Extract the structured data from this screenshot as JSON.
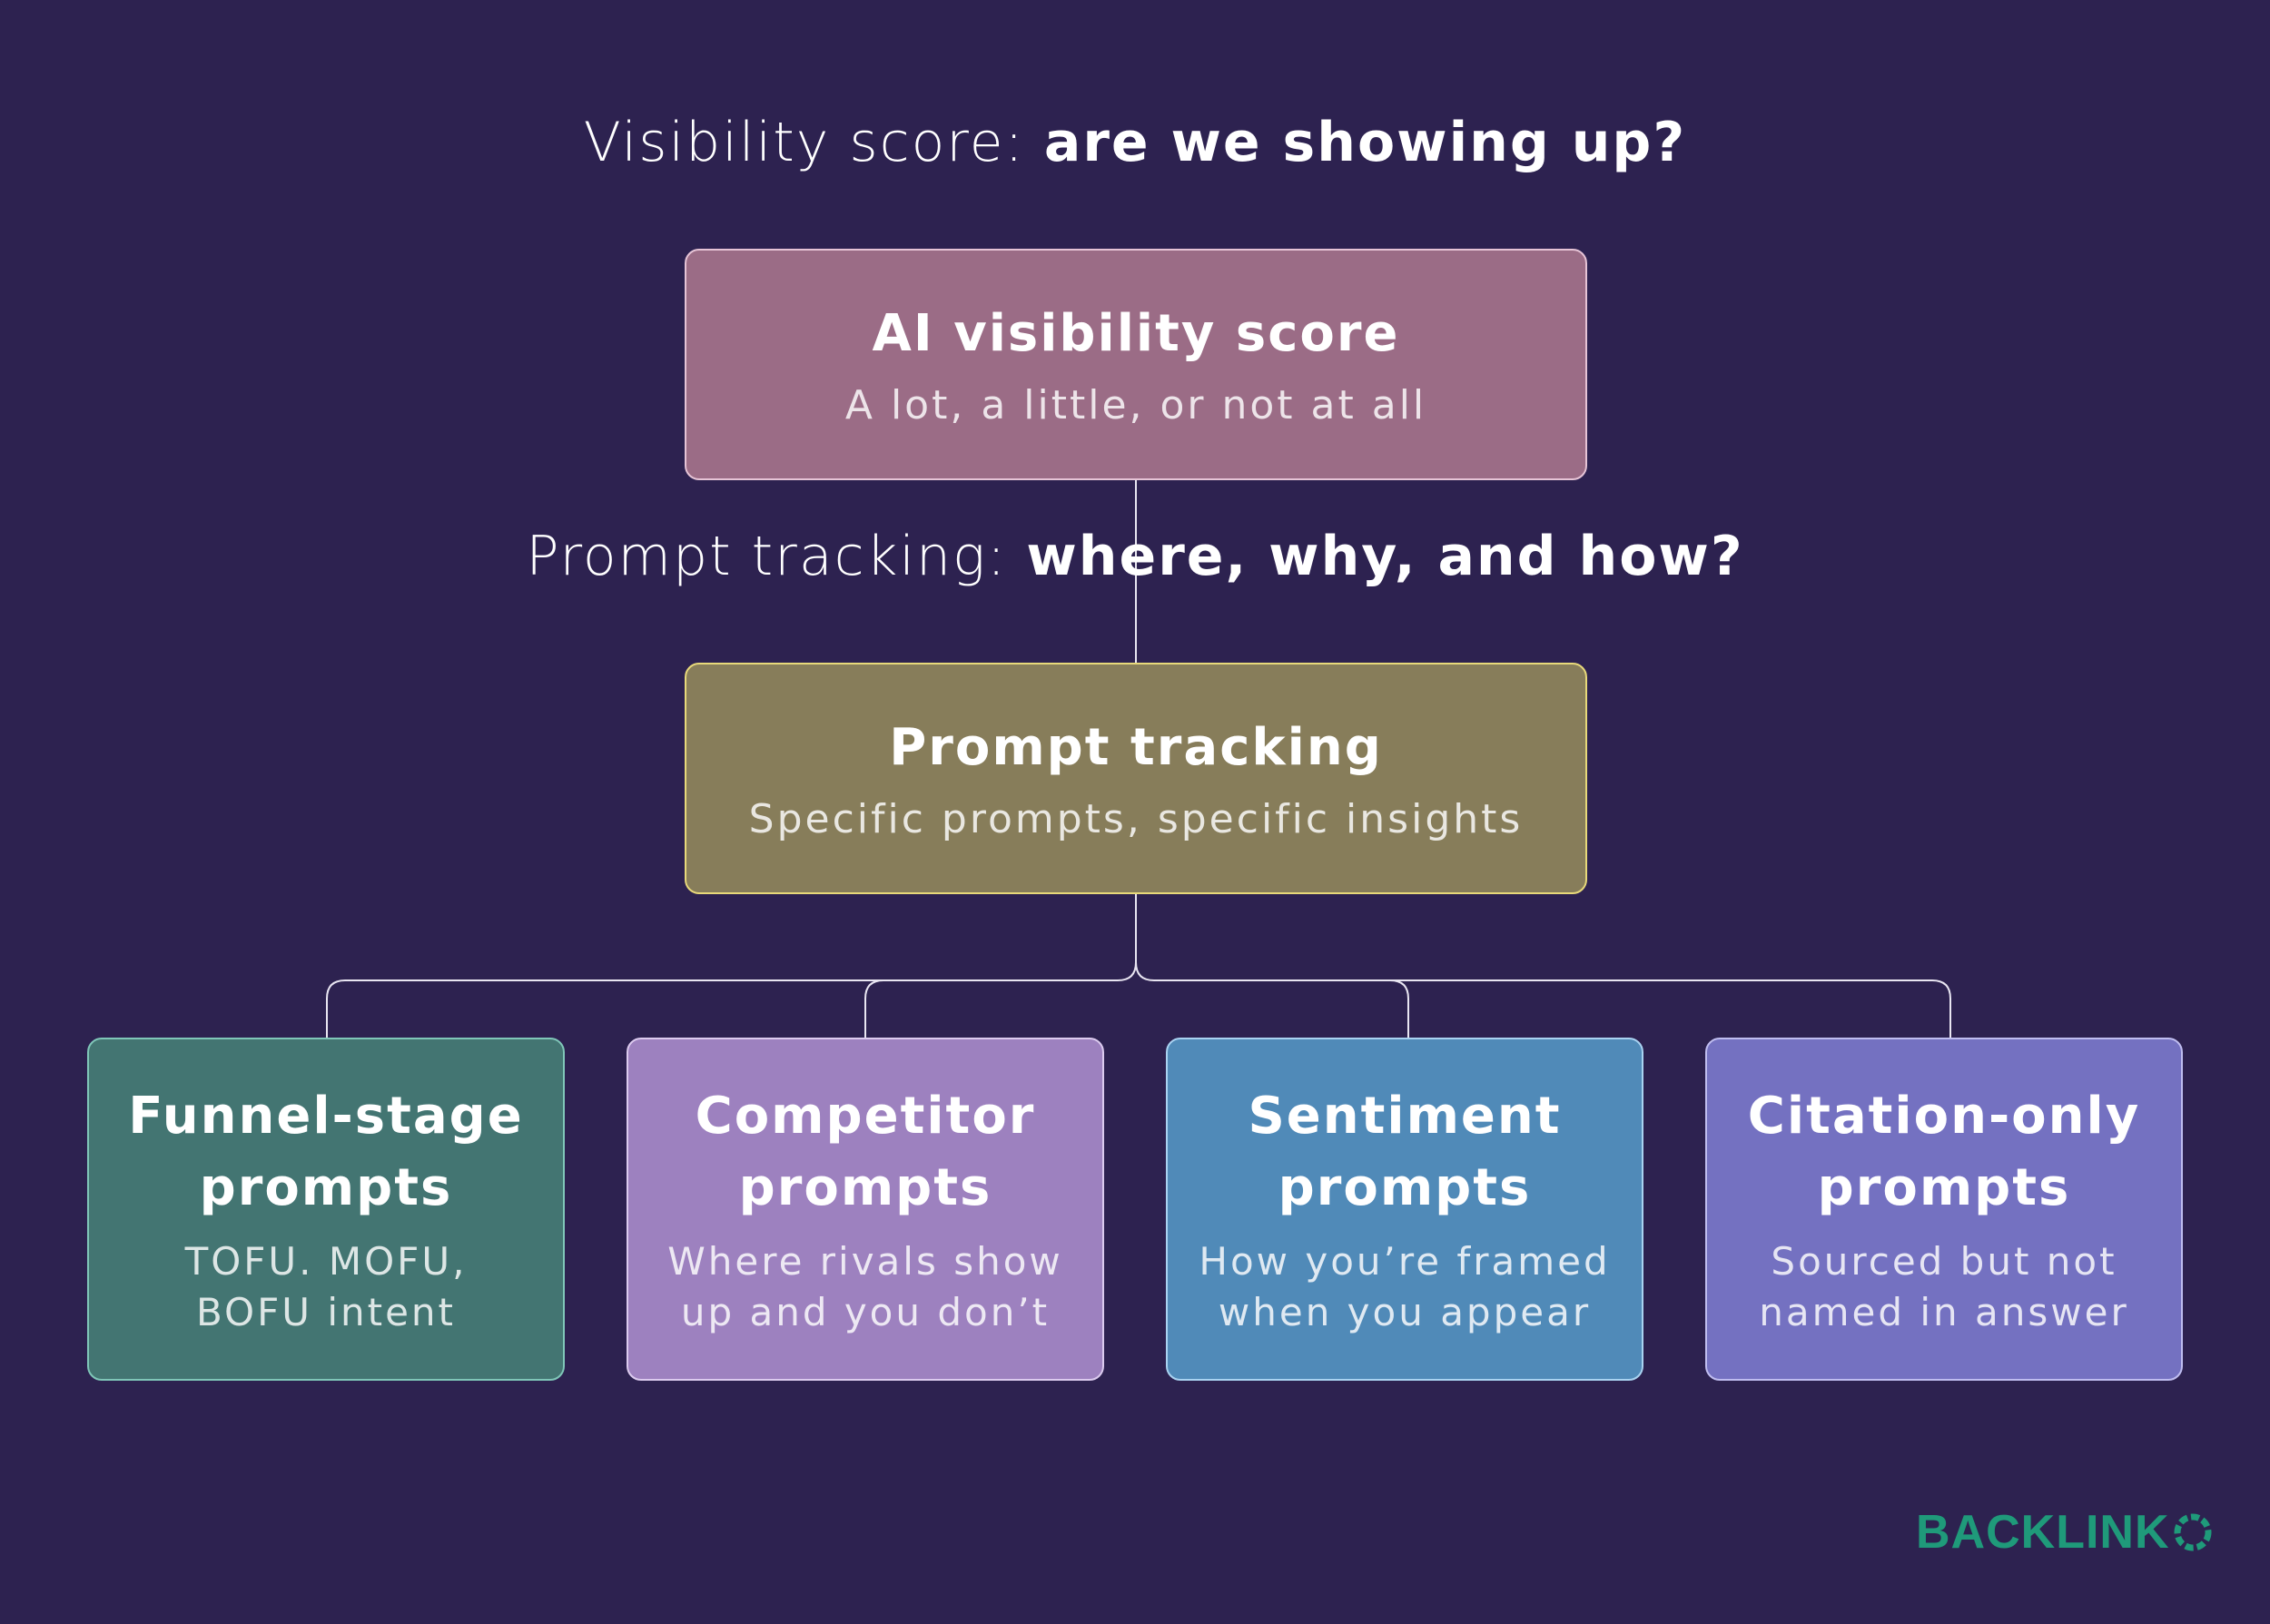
{
  "headings": {
    "visibility": {
      "light": "Visibility score: ",
      "bold": "are we showing up?"
    },
    "prompt_tracking": {
      "light": "Prompt tracking: ",
      "bold": "where, why, and how?"
    }
  },
  "nodes": {
    "ai_visibility": {
      "title": "AI visibility score",
      "subtitle": "A lot, a little, or not at all",
      "color": "#9b6c86"
    },
    "prompt_tracking": {
      "title": "Prompt tracking",
      "subtitle": "Specific prompts, specific insights",
      "color": "#877d5a"
    }
  },
  "categories": [
    {
      "title_1": "Funnel-stage",
      "title_2": "prompts",
      "sub_1": "TOFU. MOFU,",
      "sub_2": "BOFU intent",
      "color": "#437572"
    },
    {
      "title_1": "Competitor",
      "title_2": "prompts",
      "sub_1": "Where rivals show",
      "sub_2": "up and you don’t",
      "color": "#9d81bf"
    },
    {
      "title_1": "Sentiment",
      "title_2": "prompts",
      "sub_1": "How you’re framed",
      "sub_2": "when you appear",
      "color": "#508ab8"
    },
    {
      "title_1": "Citation-only",
      "title_2": "prompts",
      "sub_1": "Sourced but not",
      "sub_2": "named in answer",
      "color": "#7471c1"
    }
  ],
  "logo": {
    "text": "BACKLINK",
    "color": "#1f9a7a"
  }
}
